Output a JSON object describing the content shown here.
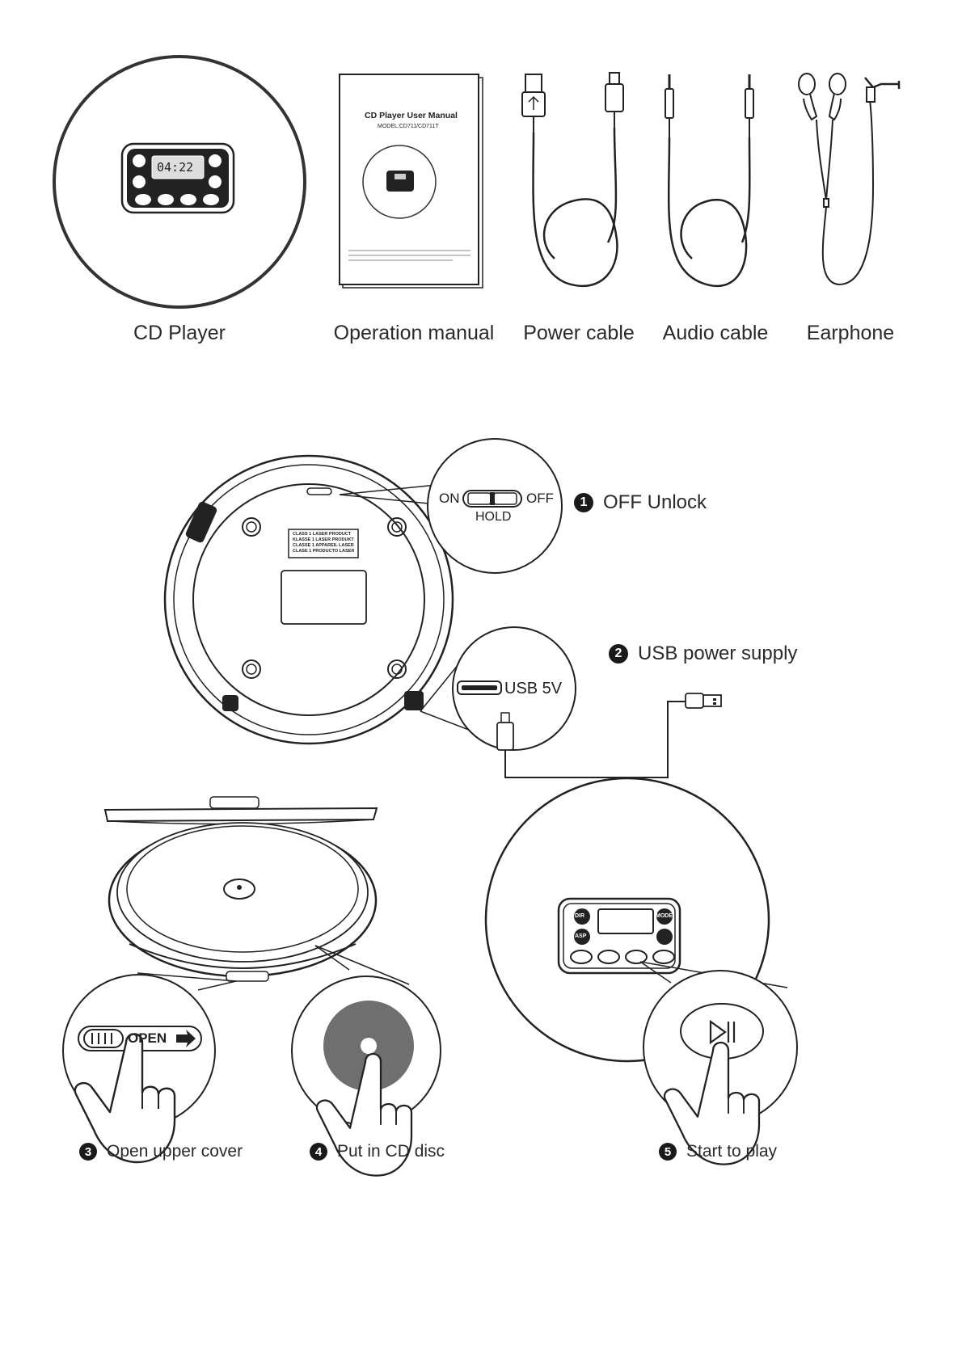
{
  "contents": {
    "items": [
      {
        "label": "CD Player"
      },
      {
        "label": "Operation manual"
      },
      {
        "label": "Power cable"
      },
      {
        "label": "Audio cable"
      },
      {
        "label": "Earphone"
      }
    ],
    "manual_title": "CD  Player User Manual",
    "manual_model": "MODEL:CD711/CD711T",
    "player_display": "04:22"
  },
  "steps": [
    {
      "number": "1",
      "label": "OFF Unlock"
    },
    {
      "number": "2",
      "label": "USB power supply"
    },
    {
      "number": "3",
      "label": "Open upper cover"
    },
    {
      "number": "4",
      "label": "Put in CD disc"
    },
    {
      "number": "5",
      "label": "Start to play"
    }
  ],
  "switch": {
    "on": "ON",
    "off": "OFF",
    "hold": "HOLD"
  },
  "usb_label": "USB 5V",
  "open_label": "OPEN",
  "laser_label": [
    "CLASS 1 LASER PRODUCT",
    "KLASSE 1 LASER PRODUKT",
    "CLASSE 1 APPAREIL LASER",
    "CLASE 1 PRODUCTO LASER"
  ],
  "buttons": {
    "dir": "DIR",
    "mode": "MODE",
    "asp": "ASP"
  }
}
